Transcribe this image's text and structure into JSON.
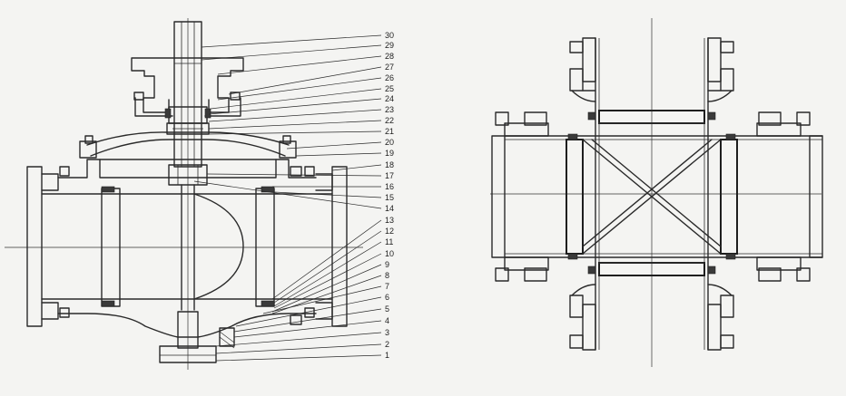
{
  "drawing": {
    "part_numbers": [
      "30",
      "29",
      "28",
      "27",
      "26",
      "25",
      "24",
      "23",
      "22",
      "21",
      "20",
      "19",
      "18",
      "17",
      "16",
      "15",
      "14",
      "13",
      "12",
      "11",
      "10",
      "9",
      "8",
      "7",
      "6",
      "5",
      "4",
      "3",
      "2",
      "1"
    ]
  },
  "colors": {
    "paper": "#f4f4f2",
    "ink": "#2a2a2a"
  }
}
